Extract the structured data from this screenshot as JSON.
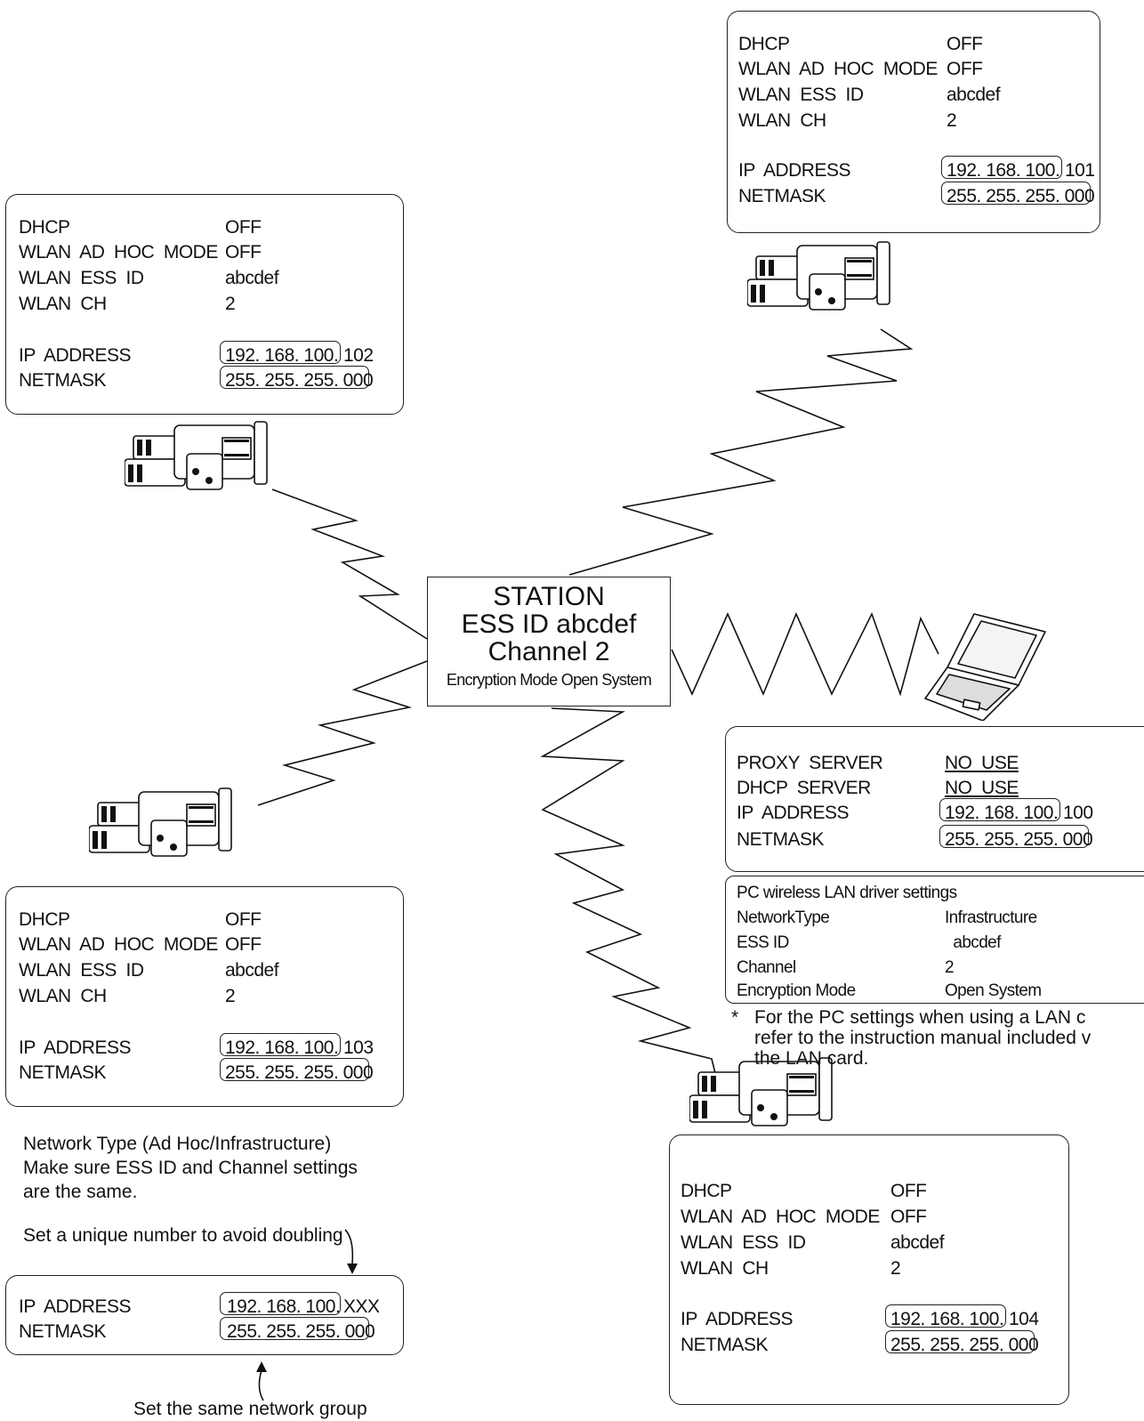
{
  "station": {
    "line1": "STATION",
    "line2": "ESS ID  abcdef",
    "line3": "Channel 2",
    "line4": "Encryption Mode Open System"
  },
  "cameras": [
    {
      "dhcp_label": "DHCP",
      "dhcp": "OFF",
      "adhoc_label": "WLAN  AD  HOC  MODE",
      "adhoc": "OFF",
      "essid_label": "WLAN  ESS  ID",
      "essid": "abcdef",
      "ch_label": "WLAN  CH",
      "ch": "2",
      "ip_label": "IP  ADDRESS",
      "ip_prefix": "192. 168. 100.",
      "ip_host": "101",
      "mask_label": "NETMASK",
      "mask": "255. 255. 255. 000"
    },
    {
      "dhcp_label": "DHCP",
      "dhcp": "OFF",
      "adhoc_label": "WLAN  AD  HOC  MODE",
      "adhoc": "OFF",
      "essid_label": "WLAN  ESS  ID",
      "essid": "abcdef",
      "ch_label": "WLAN  CH",
      "ch": "2",
      "ip_label": "IP  ADDRESS",
      "ip_prefix": "192. 168. 100.",
      "ip_host": "102",
      "mask_label": "NETMASK",
      "mask": "255. 255. 255. 000"
    },
    {
      "dhcp_label": "DHCP",
      "dhcp": "OFF",
      "adhoc_label": "WLAN  AD  HOC  MODE",
      "adhoc": "OFF",
      "essid_label": "WLAN  ESS  ID",
      "essid": "abcdef",
      "ch_label": "WLAN  CH",
      "ch": "2",
      "ip_label": "IP  ADDRESS",
      "ip_prefix": "192. 168. 100.",
      "ip_host": "103",
      "mask_label": "NETMASK",
      "mask": "255. 255. 255. 000"
    },
    {
      "dhcp_label": "DHCP",
      "dhcp": "OFF",
      "adhoc_label": "WLAN  AD  HOC  MODE",
      "adhoc": "OFF",
      "essid_label": "WLAN  ESS  ID",
      "essid": "abcdef",
      "ch_label": "WLAN  CH",
      "ch": "2",
      "ip_label": "IP  ADDRESS",
      "ip_prefix": "192. 168. 100.",
      "ip_host": "104",
      "mask_label": "NETMASK",
      "mask": "255. 255. 255. 000"
    }
  ],
  "pc": {
    "proxy_label": "PROXY  SERVER",
    "proxy": "NO  USE",
    "dhcp_server_label": "DHCP  SERVER",
    "dhcp_server": "NO  USE",
    "ip_label": "IP  ADDRESS",
    "ip_prefix": "192. 168. 100.",
    "ip_host": "100",
    "mask_label": "NETMASK",
    "mask": "255. 255. 255. 000"
  },
  "driver": {
    "title": "PC wireless LAN driver settings",
    "rows": [
      {
        "label": "NetworkType",
        "value": "Infrastructure"
      },
      {
        "label": "ESS ID",
        "value": "  abcdef"
      },
      {
        "label": "Channel",
        "value": "2"
      },
      {
        "label": "Encryption Mode",
        "value": "Open System"
      }
    ]
  },
  "footnote": {
    "star": "*",
    "line1": "For the PC settings when using a LAN c",
    "line2": "refer to the instruction manual included v",
    "line3": "the LAN card."
  },
  "notes": {
    "network_type": "Network Type (Ad Hoc/Infrastructure)",
    "make_sure": "Make sure ESS ID and Channel settings",
    "same": "are the same.",
    "unique": "Set a unique number to avoid doubling",
    "group": "Set the same network group"
  },
  "example": {
    "ip_label": "IP  ADDRESS",
    "ip_prefix": "192. 168. 100.",
    "ip_host": "XXX",
    "mask_label": "NETMASK",
    "mask": "255. 255. 255. 000"
  }
}
